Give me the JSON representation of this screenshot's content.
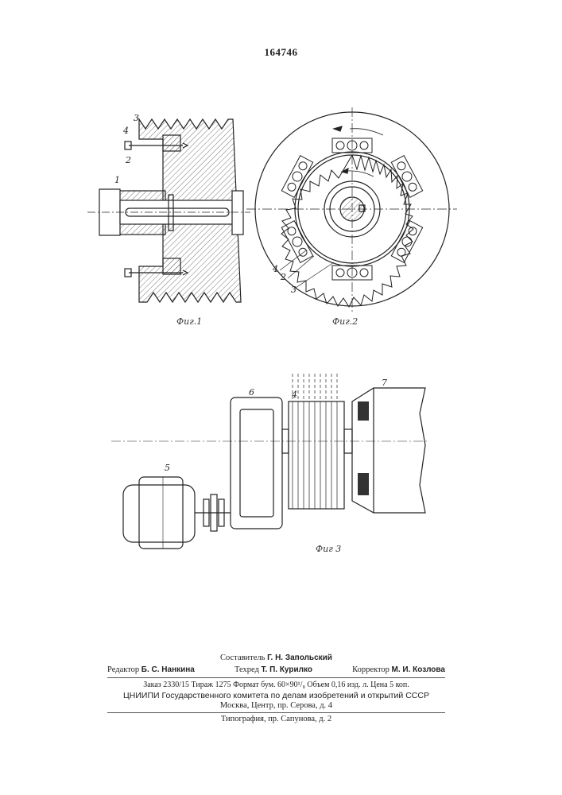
{
  "header": {
    "patent_number": "164746"
  },
  "figures": {
    "fig1": {
      "caption": "Фиг.1",
      "labels": [
        "1",
        "2",
        "3",
        "4"
      ]
    },
    "fig2": {
      "caption": "Фиг.2",
      "labels": [
        "2",
        "3",
        "4"
      ]
    },
    "fig3": {
      "caption": "Фиг 3",
      "labels": [
        "4",
        "5",
        "6",
        "7"
      ]
    }
  },
  "imprint": {
    "compiler_label": "Составитель",
    "compiler": "Г. Н. Запольский",
    "editor_label": "Редактор",
    "editor": "Б. С. Нанкина",
    "techred_label": "Техред",
    "techred": "Т. П. Курилко",
    "corrector_label": "Корректор",
    "corrector": "М. И. Козлова",
    "order_line": "Заказ 2330/15   Тираж 1275   Формат бум. 60×90¹/₈   Объем 0,16 изд. л.   Цена 5 коп.",
    "publisher": "ЦНИИПИ Государственного комитета по делам изобретений и открытий СССР",
    "address": "Москва, Центр, пр. Серова, д. 4",
    "printer": "Типография, пр. Сапунова, д. 2"
  }
}
